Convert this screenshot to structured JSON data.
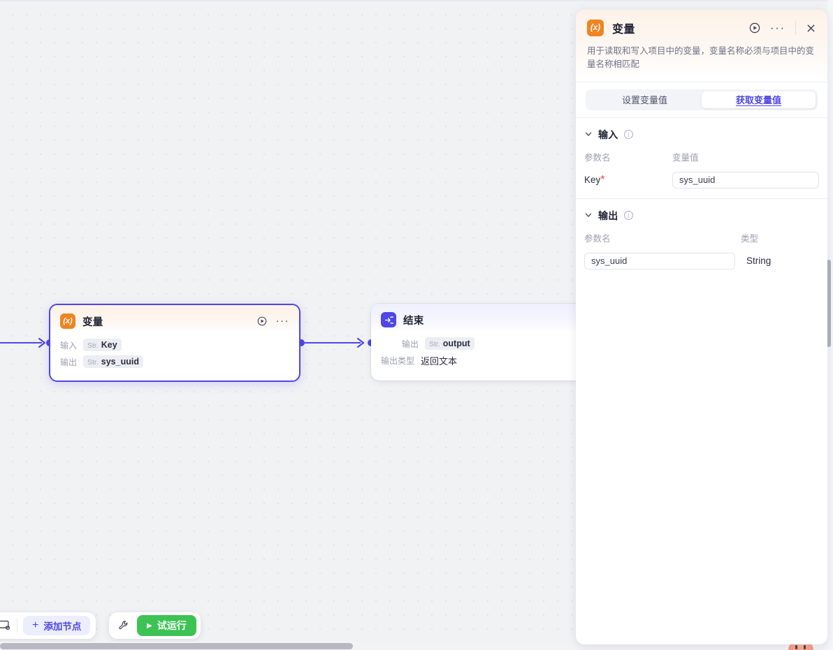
{
  "canvas": {
    "nodes": [
      {
        "id": "variable",
        "title": "变量",
        "icon": "variable-braces-icon",
        "icon_glyph": "(x)",
        "selected": true,
        "rows": [
          {
            "label": "输入",
            "type": "Str.",
            "name": "Key"
          },
          {
            "label": "输出",
            "type": "Str.",
            "name": "sys_uuid"
          }
        ]
      },
      {
        "id": "end",
        "title": "结束",
        "icon": "end-arrow-icon",
        "icon_glyph": "→",
        "selected": false,
        "rows": [
          {
            "label": "输出",
            "type": "Str.",
            "name": "output"
          }
        ],
        "output_type_label": "输出类型",
        "output_type_value": "返回文本"
      }
    ]
  },
  "toolbar": {
    "screen_icon": "screen-settings-icon",
    "add_node_label": "添加节点",
    "add_node_plus": "+",
    "wrench_icon": "wrench-icon",
    "run_label": "试运行",
    "run_play_glyph": "▶"
  },
  "panel": {
    "icon_glyph": "(x)",
    "title": "变量",
    "description": "用于读取和写入项目中的变量，变量名称必须与项目中的变量名称相匹配",
    "actions": {
      "run_icon": "play-circle-icon",
      "more_icon": "ellipsis-icon",
      "close_icon": "close-icon"
    },
    "tabs": [
      {
        "label": "设置变量值",
        "active": false
      },
      {
        "label": "获取变量值",
        "active": true
      }
    ],
    "input_section": {
      "title": "输入",
      "info_icon": "info-icon",
      "chevron": "chevron-down-icon",
      "headers": {
        "param": "参数名",
        "value": "变量值"
      },
      "rows": [
        {
          "param": "Key",
          "required": "*",
          "value": "sys_uuid"
        }
      ]
    },
    "output_section": {
      "title": "输出",
      "info_icon": "info-icon",
      "chevron": "chevron-down-icon",
      "headers": {
        "param": "参数名",
        "type": "类型"
      },
      "rows": [
        {
          "param": "sys_uuid",
          "type": "String"
        }
      ]
    }
  },
  "colors": {
    "accent_blue": "#4f46e5",
    "variable_orange": "#ef8422",
    "run_green": "#3cc353",
    "required_red": "#e8453c",
    "canvas_bg": "#f1f2f4"
  }
}
